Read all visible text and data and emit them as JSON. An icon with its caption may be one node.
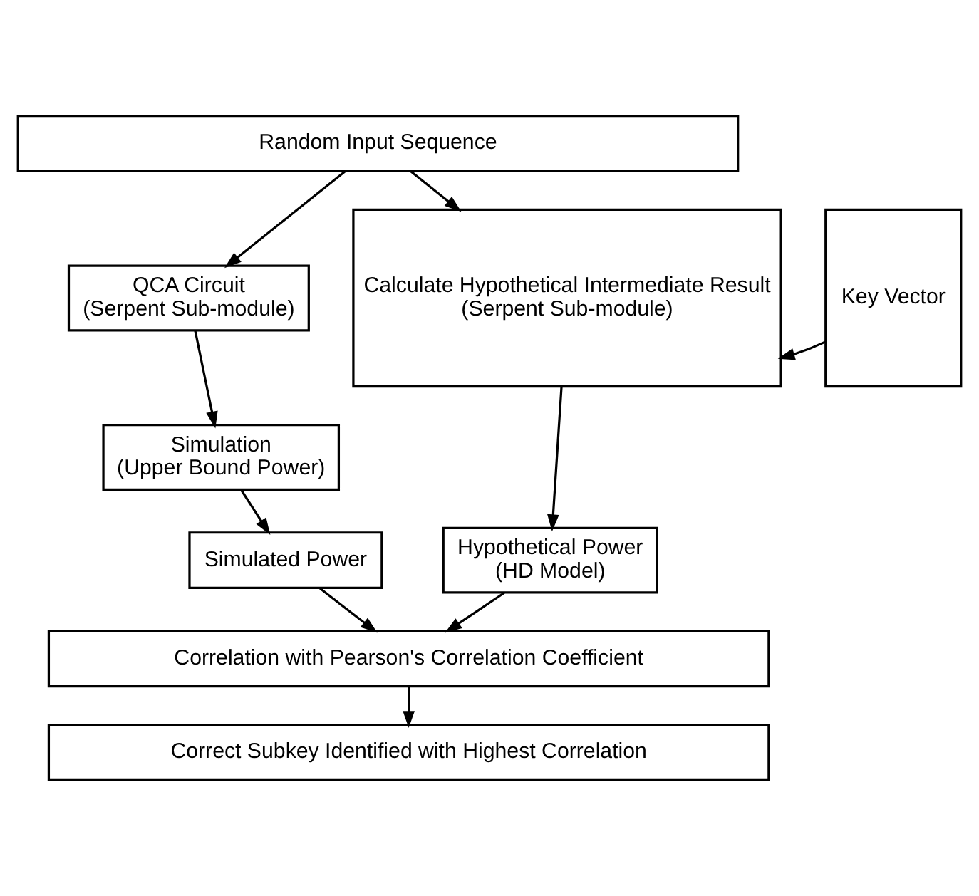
{
  "diagram": {
    "nodes": [
      {
        "text": [
          "Random Input Sequence"
        ]
      },
      {
        "text": [
          "QCA Circuit (Serpent Sub-module)"
        ]
      },
      {
        "text": [
          "Calculate Hypothetical Intermediate Result (Serpent Sub-module)"
        ]
      },
      {
        "text": [
          "Key Vector"
        ]
      },
      {
        "text": [
          "Simulation (Upper Bound Power)"
        ]
      },
      {
        "text": [
          "Simulated Power"
        ]
      },
      {
        "text": [
          "Hypothetical Power (HD Model)"
        ]
      },
      {
        "text": [
          "Correlation with Pearson's Correlation Coefficient"
        ]
      },
      {
        "text": [
          "Correct Subkey Identified with Highest Correlation"
        ]
      }
    ],
    "edges": [
      {
        "from": 0,
        "to": 1,
        "arrow": "to"
      },
      {
        "from": 0,
        "to": 2,
        "arrow": "to"
      },
      {
        "from": 3,
        "to": 2,
        "arrow": "to"
      },
      {
        "from": 1,
        "to": 4,
        "arrow": "to"
      },
      {
        "from": 4,
        "to": 5,
        "arrow": "to"
      },
      {
        "from": 2,
        "to": 6,
        "arrow": "to"
      },
      {
        "from": 5,
        "to": 7,
        "arrow": "to"
      },
      {
        "from": 6,
        "to": 7,
        "arrow": "to"
      },
      {
        "from": 7,
        "to": 8,
        "arrow": "to"
      }
    ]
  }
}
